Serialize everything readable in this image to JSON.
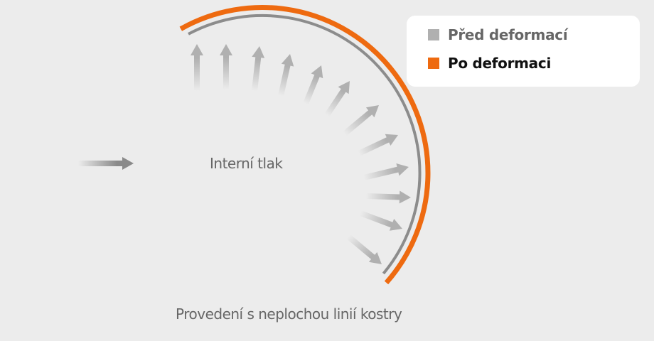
{
  "diagram": {
    "inner_label": "Interní tlak",
    "caption": "Provedení s neplochou linií kostry",
    "colors": {
      "before": "#8c8c8c",
      "after": "#ee6a10",
      "arrow": "#b0b0b0"
    }
  },
  "legend": {
    "items": [
      {
        "label": "Před deformací",
        "color": "#b0b0b0",
        "text_color": "#666666"
      },
      {
        "label": "Po deformaci",
        "color": "#ee6a10",
        "text_color": "#111111"
      }
    ]
  }
}
